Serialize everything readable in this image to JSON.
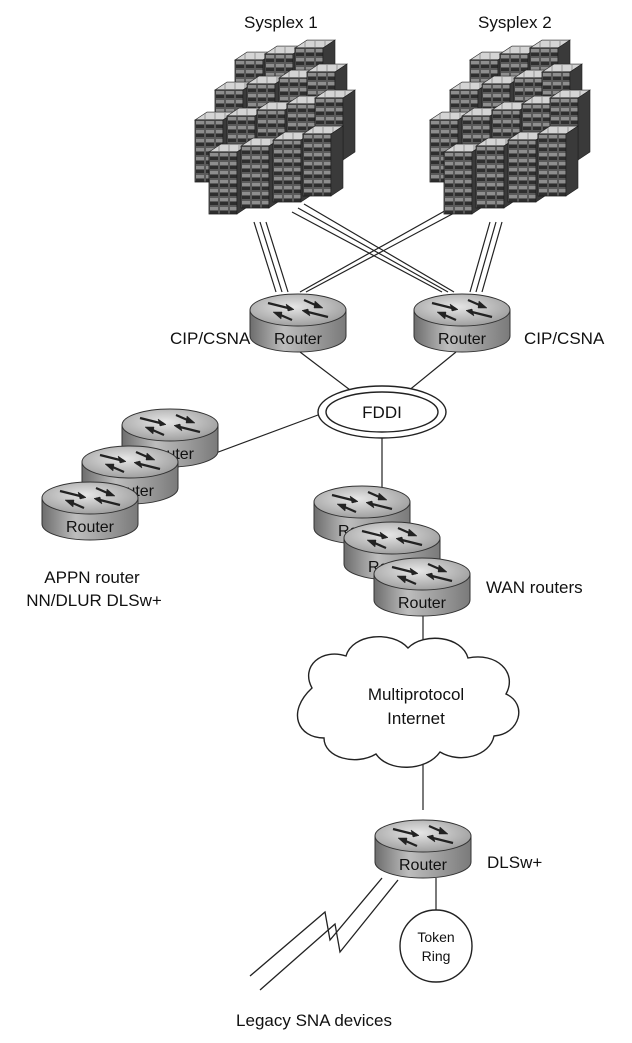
{
  "labels": {
    "sysplex1": "Sysplex 1",
    "sysplex2": "Sysplex 2",
    "cip_left": "CIP/CSNA",
    "cip_right": "CIP/CSNA",
    "fddi": "FDDI",
    "appn_line1": "APPN router",
    "appn_line2": "NN/DLUR DLSw+",
    "wan_routers": "WAN routers",
    "cloud_line1": "Multiprotocol",
    "cloud_line2": "Internet",
    "dlsw": "DLSw+",
    "token_line1": "Token",
    "token_line2": "Ring",
    "legacy": "Legacy SNA devices"
  },
  "routers": {
    "cip_left": "Router",
    "cip_right": "Router",
    "appn_back": "Router",
    "appn_mid": "Router",
    "appn_front": "Router",
    "wan_back": "Router",
    "wan_mid": "Router",
    "wan_front": "Router",
    "dlsw": "Router"
  }
}
